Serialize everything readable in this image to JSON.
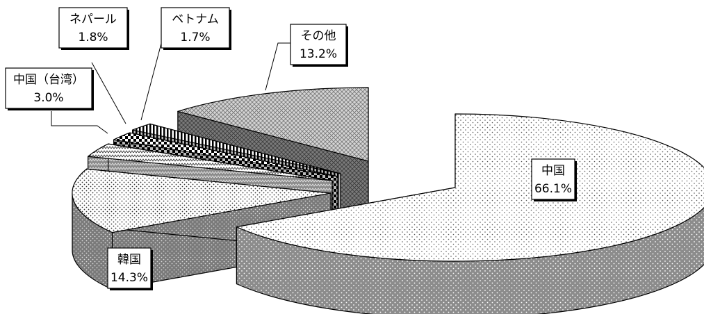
{
  "chart_data": {
    "type": "pie",
    "style": "3d-exploded",
    "title": "",
    "slices": [
      {
        "name": "中国",
        "value": 66.1,
        "label": "66.1%",
        "pattern": "dots-sparse"
      },
      {
        "name": "韓国",
        "value": 14.3,
        "label": "14.3%",
        "pattern": "dots-dense"
      },
      {
        "name": "中国（台湾）",
        "value": 3.0,
        "label": "3.0%",
        "pattern": "zigzag"
      },
      {
        "name": "ネパール",
        "value": 1.8,
        "label": "1.8%",
        "pattern": "checker"
      },
      {
        "name": "ベトナム",
        "value": 1.7,
        "label": "1.7%",
        "pattern": "vertical-stripes"
      },
      {
        "name": "その他",
        "value": 13.2,
        "label": "13.2%",
        "pattern": "cross-hatch"
      }
    ],
    "legend": "none"
  }
}
